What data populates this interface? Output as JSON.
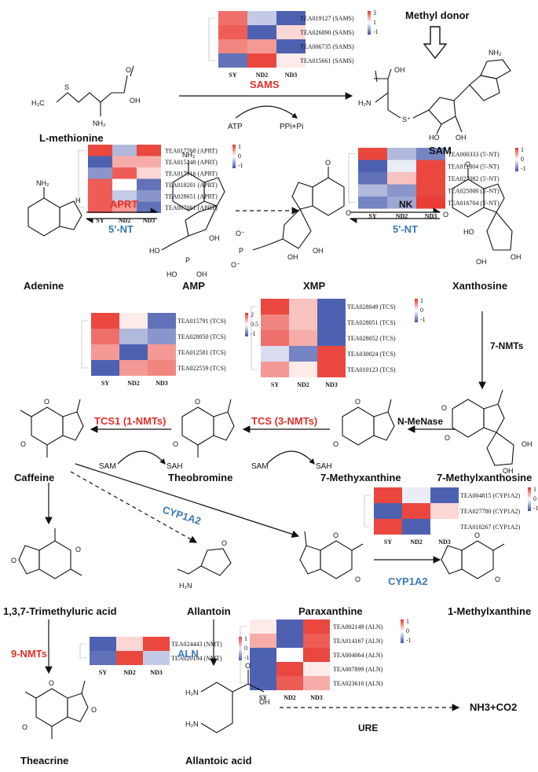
{
  "compounds": {
    "l_methionine": "L-methionine",
    "sam": "SAM",
    "adenine": "Adenine",
    "amp": "AMP",
    "xmp": "XMP",
    "xanthosine": "Xanthosine",
    "methylxanthosine": "7-Methylxanthosine",
    "methylxanthine": "7-Methyxanthine",
    "theobromine": "Theobromine",
    "caffeine": "Caffeine",
    "trimethyluric": "1,3,7-Trimethyluric acid",
    "allantoin": "Allantoin",
    "paraxanthine": "Paraxanthine",
    "methylxanthine1": "1-Methylxanthine",
    "theacrine": "Theacrine",
    "allantoic": "Allantoic acid",
    "nh3co2": "NH3+CO2"
  },
  "enzymes": {
    "sams": "SAMS",
    "aprt": "APRT",
    "nt5_left": "5'-NT",
    "nk": "NK",
    "nt5_right": "5'-NT",
    "nmts7": "7-NMTs",
    "nmenase": "N-MeNase",
    "tcs3": "TCS (3-NMTs)",
    "tcs1": "TCS1 (1-NMTs)",
    "cyp1a2_a": "CYP1A2",
    "cyp1a2_b": "CYP1A2",
    "nmts9": "9-NMTs",
    "aln": "ALN",
    "ure": "URE"
  },
  "cofactors": {
    "atp": "ATP",
    "ppi": "PPi+Pi",
    "sam1": "SAM",
    "sah1": "SAH",
    "sam2": "SAM",
    "sah2": "SAH",
    "methyl_donor": "Methyl donor"
  },
  "colors": {
    "high": "#e8332a",
    "mid": "#ffffff",
    "low": "#3a4fa8",
    "red_text": "#e0312a",
    "blue_text": "#3a78b5"
  },
  "heatmaps": {
    "sams": {
      "columns": [
        "SY",
        "ND2",
        "ND3"
      ],
      "scale": [
        "3",
        "1",
        "-1"
      ],
      "rows": [
        {
          "gene": "TEA019127 (SAMS)",
          "values": [
            0.7,
            -0.3,
            -0.9
          ]
        },
        {
          "gene": "TEA026890 (SAMS)",
          "values": [
            0.8,
            -0.9,
            0.2
          ]
        },
        {
          "gene": "TEA006735 (SAMS)",
          "values": [
            0.6,
            0.5,
            -0.9
          ]
        },
        {
          "gene": "TEA015661 (SAMS)",
          "values": [
            -0.8,
            0.9,
            0.1
          ]
        }
      ]
    },
    "aprt": {
      "columns": [
        "SY",
        "ND2",
        "ND3"
      ],
      "scale": [
        "1",
        "0",
        "-1"
      ],
      "rows": [
        {
          "gene": "TEA017768 (APRT)",
          "values": [
            0.9,
            -0.4,
            0.9
          ]
        },
        {
          "gene": "TEA015248 (APRT)",
          "values": [
            -0.9,
            0.4,
            0.4
          ]
        },
        {
          "gene": "TEA017916 (APRT)",
          "values": [
            -0.6,
            0.8,
            0.2
          ]
        },
        {
          "gene": "TEA018201 (APRT)",
          "values": [
            0.8,
            0.0,
            -0.8
          ]
        },
        {
          "gene": "TEA028651 (APRT)",
          "values": [
            0.8,
            -0.3,
            -0.6
          ]
        },
        {
          "gene": "TEA007061 (APRT)",
          "values": [
            0.8,
            0.5,
            -0.8
          ]
        }
      ]
    },
    "nt5": {
      "columns": [
        "SY",
        "ND2",
        "ND3"
      ],
      "scale": [
        "1",
        "0",
        "-1"
      ],
      "rows": [
        {
          "gene": "TEA000333 (5'-NT)",
          "values": [
            0.9,
            -0.4,
            -0.7
          ]
        },
        {
          "gene": "TEA011804 (5'-NT)",
          "values": [
            -0.9,
            -0.1,
            0.9
          ]
        },
        {
          "gene": "TEA027082 (5'-NT)",
          "values": [
            -0.8,
            0.3,
            0.9
          ]
        },
        {
          "gene": "TEA025000 (5'-NT)",
          "values": [
            -0.4,
            -0.6,
            0.9
          ]
        },
        {
          "gene": "TEA016704 (5'-NT)",
          "values": [
            -0.7,
            -0.5,
            0.95
          ]
        }
      ]
    },
    "tcs1": {
      "columns": [
        "SY",
        "ND2",
        "ND3"
      ],
      "scale": [
        "2",
        "0.5",
        "-1"
      ],
      "rows": [
        {
          "gene": "TEA015791 (TCS)",
          "values": [
            0.9,
            0.1,
            -0.8
          ]
        },
        {
          "gene": "TEA028050 (TCS)",
          "values": [
            0.7,
            -0.4,
            -0.6
          ]
        },
        {
          "gene": "TEA012581 (TCS)",
          "values": [
            0.5,
            -0.9,
            0.5
          ]
        },
        {
          "gene": "TEA022559 (TCS)",
          "values": [
            -0.9,
            0.5,
            0.6
          ]
        }
      ]
    },
    "tcs2": {
      "columns": [
        "SY",
        "ND2",
        "ND3"
      ],
      "scale": [
        "1",
        "0",
        "-1"
      ],
      "rows": [
        {
          "gene": "TEA028049 (TCS)",
          "values": [
            0.9,
            0.3,
            -0.9
          ]
        },
        {
          "gene": "TEA028051 (TCS)",
          "values": [
            0.6,
            0.3,
            -0.9
          ]
        },
        {
          "gene": "TEA028052 (TCS)",
          "values": [
            0.7,
            0.4,
            -0.9
          ]
        },
        {
          "gene": "TEA030024 (TCS)",
          "values": [
            -0.2,
            -0.7,
            0.9
          ]
        },
        {
          "gene": "TEA010123 (TCS)",
          "values": [
            0.5,
            0.1,
            0.9
          ]
        }
      ]
    },
    "cyp": {
      "columns": [
        "SY",
        "ND2",
        "ND3"
      ],
      "scale": [
        "1",
        "0",
        "-1"
      ],
      "rows": [
        {
          "gene": "TEA004815 (CYP1A2)",
          "values": [
            0.9,
            -0.1,
            -0.9
          ]
        },
        {
          "gene": "TEA027780 (CYP1A2)",
          "values": [
            -0.9,
            0.9,
            0.2
          ]
        },
        {
          "gene": "TEA010267 (CYP1A2)",
          "values": [
            0.9,
            -0.9,
            0.0
          ]
        }
      ]
    },
    "nmt": {
      "columns": [
        "SY",
        "ND2",
        "ND3"
      ],
      "scale": [
        "1",
        "0",
        "-1"
      ],
      "rows": [
        {
          "gene": "TEA024443 (NMT)",
          "values": [
            -0.9,
            0.2,
            0.9
          ]
        },
        {
          "gene": "TEA020194 (NMT)",
          "values": [
            -0.8,
            0.9,
            -0.3
          ]
        }
      ]
    },
    "aln": {
      "columns": [
        "SY",
        "ND2",
        "ND3"
      ],
      "scale": [
        "1",
        "0",
        "-1"
      ],
      "rows": [
        {
          "gene": "TEA002149 (ALN)",
          "values": [
            0.1,
            -0.9,
            0.9
          ]
        },
        {
          "gene": "TEA014167 (ALN)",
          "values": [
            0.4,
            -0.9,
            0.8
          ]
        },
        {
          "gene": "TEA004064 (ALN)",
          "values": [
            -0.9,
            0.0,
            0.9
          ]
        },
        {
          "gene": "TEA007899 (ALN)",
          "values": [
            -0.9,
            0.9,
            0.1
          ]
        },
        {
          "gene": "TEA023610 (ALN)",
          "values": [
            -0.9,
            0.8,
            0.4
          ]
        }
      ]
    }
  }
}
